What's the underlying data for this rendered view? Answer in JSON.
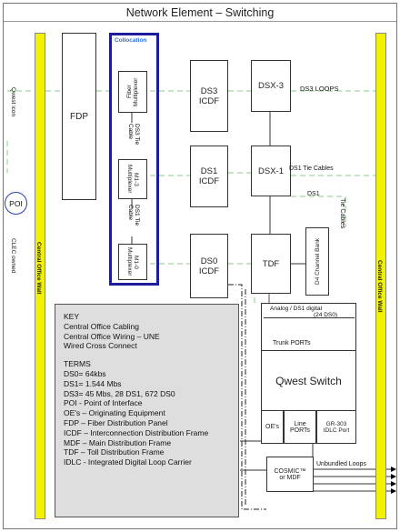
{
  "title": "Network Element – Switching",
  "left_side": {
    "qwest_label": "Qwest icon",
    "poi": "POI",
    "clec_label": "CLEC owned"
  },
  "walls": {
    "left": "Central Office Wall",
    "right": "Central Office Wall"
  },
  "fdp": "FDP",
  "collocation": {
    "title": "Collocation",
    "fiber_mux": "Fiber Multiplexer",
    "ds3_tie_cable": "DS3 Tie Cable",
    "m13_mux": "M1-3 Multiplexer",
    "ds1_tie_cable": "DS1 Tie Cable",
    "m10_mux": "M1-0 Multiplexer"
  },
  "icdf": {
    "ds3": "DS3 ICDF",
    "ds1": "DS1 ICDF",
    "ds0": "DS0 ICDF"
  },
  "dsx": {
    "dsx3": "DSX-3",
    "dsx1": "DSX-1"
  },
  "tdf": "TDF",
  "channel_bank": "D4 Channel Bank",
  "labels": {
    "ds3_loops": "DS3 LOOPS",
    "ds1_tie_cables": "DS1 Tie Cables",
    "ds1": "DS1",
    "tie_cables": "Tie Cables",
    "unbundled_loops": "Unbundled Loops"
  },
  "switch": {
    "analog": "Analog  /  DS1 digital",
    "analog_sub": "(24 DS0)",
    "trunk_ports": "Trunk PORTs",
    "name": "Qwest Switch",
    "oes": "OE's",
    "line_ports": "Line PORTs",
    "gr303": "GR-303 IDLC Port"
  },
  "cosmic": "COSMIC™ or MDF",
  "key": {
    "heading": "KEY",
    "cabling": "Central Office Cabling",
    "wiring": "Central Office Wiring – UNE",
    "wired": "Wired Cross Connect",
    "terms_heading": "TERMS",
    "terms": [
      "DS0= 64kbs",
      "DS1= 1.544 Mbs",
      "DS3= 45 Mbs, 28 DS1, 672 DS0",
      "POI - Point of Interface",
      "OE's – Originating Equipment",
      "FDP – Fiber Distribution Panel",
      "ICDF – Interconnection Distribution Frame",
      "MDF – Main Distribution Frame",
      "TDF – Toll Distribution Frame",
      "IDLC - Integrated Digital Loop Carrier"
    ]
  },
  "colors": {
    "wall": "#f2f200",
    "collocation": "#1c1c9c",
    "cabling": "#88cc88",
    "key_bg": "#dedede"
  }
}
